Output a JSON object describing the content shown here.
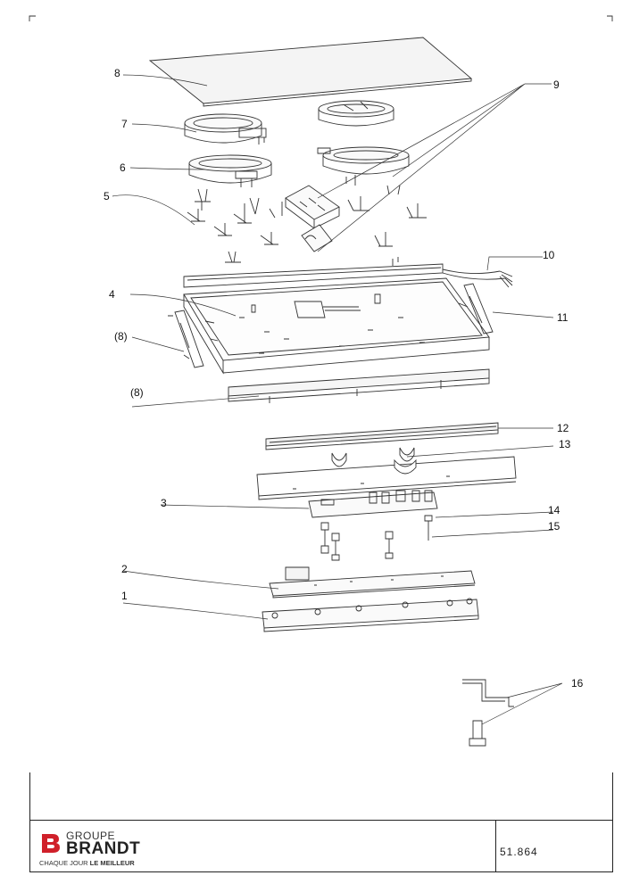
{
  "callouts": {
    "c8": "8",
    "c9": "9",
    "c7": "7",
    "c6": "6",
    "c5": "5",
    "c10": "10",
    "c4": "4",
    "c11": "11",
    "c8a": "(8)",
    "c8b": "(8)",
    "c12": "12",
    "c13": "13",
    "c3": "3",
    "c14": "14",
    "c15": "15",
    "c2": "2",
    "c1": "1",
    "c16": "16"
  },
  "title_block": {
    "brand_groupe": "GROUPE",
    "brand_name": "BRANDT",
    "tagline_prefix": "CHAQUE JOUR ",
    "tagline_bold": "LE MEILLEUR",
    "doc_reference": "51.864",
    "brand_color": "#d0202a"
  }
}
